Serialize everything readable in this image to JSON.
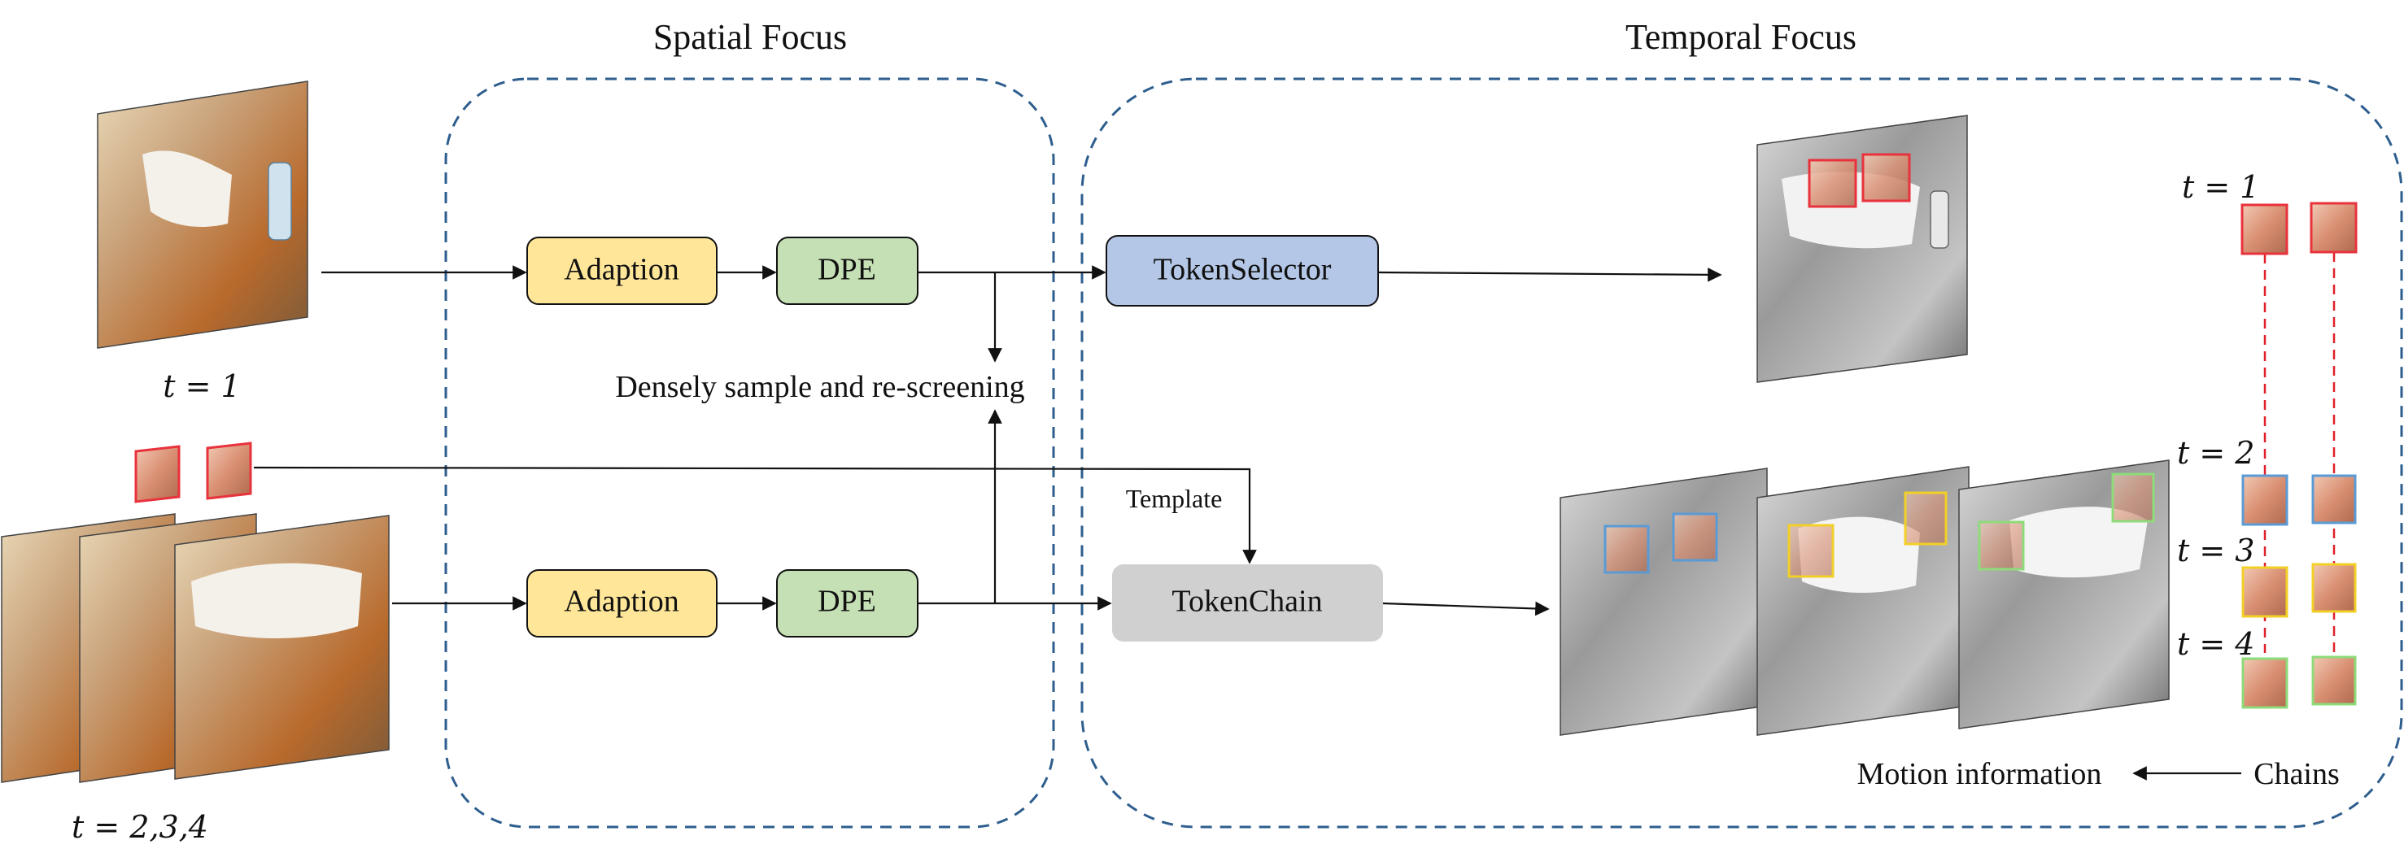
{
  "sections": {
    "spatial_title": "Spatial Focus",
    "temporal_title": "Temporal Focus"
  },
  "inputs": {
    "frame1_label": "t = 1",
    "frames234_label": "t = 2,3,4"
  },
  "modules": {
    "adaption_top": "Adaption",
    "dpe_top": "DPE",
    "adaption_bottom": "Adaption",
    "dpe_bottom": "DPE",
    "token_selector": "TokenSelector",
    "token_chain": "TokenChain"
  },
  "annotations": {
    "densely_sample": "Densely sample and re-screening",
    "template": "Template",
    "motion_information": "Motion information",
    "chains": "Chains"
  },
  "chain_labels": [
    "t = 1",
    "t = 2",
    "t = 3",
    "t = 4"
  ],
  "colors": {
    "adaption_fill": "#FFE699",
    "dpe_fill": "#C5E0B4",
    "token_selector_fill": "#B4C7E7",
    "token_chain_fill": "#D0D0D0",
    "dashed_region": "#2E5E8E",
    "chain_line": "#E0202A",
    "patch_red": "#E8323C",
    "patch_blue": "#5B9BD5",
    "patch_yellow": "#F2D027",
    "patch_green": "#8EDB7A"
  }
}
